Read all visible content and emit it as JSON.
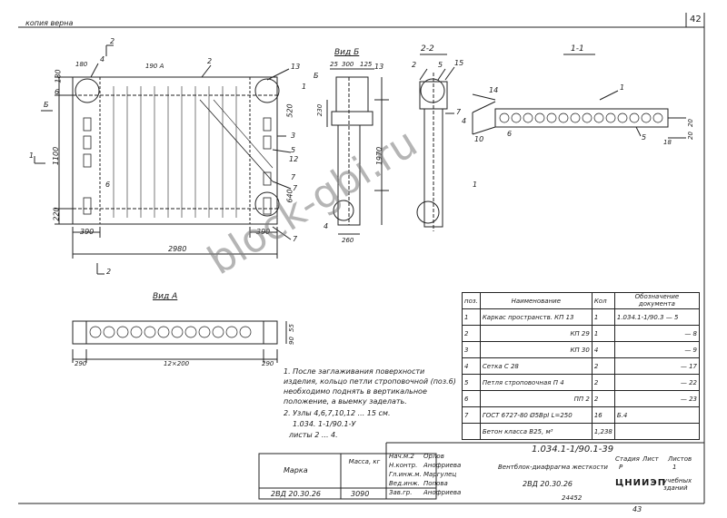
{
  "header": {
    "copy_label": "копия верна",
    "sheet_no": "42"
  },
  "views": {
    "main": {
      "dims_h": [
        "390",
        "2980",
        "390"
      ],
      "dims_v": [
        "180",
        "1100",
        "220",
        "520",
        "1970",
        "640"
      ],
      "callouts": [
        "4",
        "2",
        "3",
        "5",
        "7",
        "12",
        "7",
        "6",
        "7",
        "13",
        "6",
        "1",
        "180",
        "190 А",
        "Б",
        "Б",
        "2",
        "2",
        "1",
        "1"
      ]
    },
    "vid_b": {
      "title": "Вид Б",
      "dims": [
        "25",
        "300",
        "125",
        "230",
        "260"
      ],
      "callouts": [
        "13",
        "4"
      ]
    },
    "sec22": {
      "title": "2-2",
      "callouts": [
        "2",
        "5",
        "15",
        "7",
        "4"
      ]
    },
    "sec11": {
      "title": "1-1",
      "callouts": [
        "14",
        "1",
        "10",
        "6",
        "5",
        "18",
        "20",
        "20"
      ]
    },
    "vid_a": {
      "title": "Вид А",
      "dims": [
        "290",
        "12×200",
        "290",
        "55",
        "90"
      ]
    }
  },
  "notes": [
    "1. После заглаживания поверхности",
    "изделия, кольцо петли строповочной (поз.6)",
    "необходимо поднять в вертикальное",
    "положение, а выемку заделать.",
    "2. Узлы 4,6,7,10,12 ... 15 см.",
    "1.034. 1-1/90.1-У",
    "листы 2 ... 4."
  ],
  "spec": {
    "headers": [
      "поз.",
      "Наименование",
      "Кол",
      "Обозначение документа"
    ],
    "rows": [
      [
        "1",
        "Каркас пространств. КП 13",
        "1",
        "1.034.1-1/90.3 — 5"
      ],
      [
        "2",
        "КП 29",
        "1",
        "— 8"
      ],
      [
        "3",
        "КП 30",
        "4",
        "— 9"
      ],
      [
        "4",
        "Сетка С 28",
        "2",
        "— 17"
      ],
      [
        "5",
        "Петля строповочная П 4",
        "2",
        "— 22"
      ],
      [
        "6",
        "ПП 2",
        "2",
        "— 23"
      ],
      [
        "7",
        "ГОСТ 6727-80 Ø5ВрI L=250",
        "16",
        "Б.4"
      ],
      [
        "",
        "Бетон класса В25, м³",
        "1,238",
        ""
      ]
    ]
  },
  "mark_table": {
    "h1": "Марка",
    "h2": "Масса, кг",
    "mark": "2ВД 20.30.26",
    "mass": "3090"
  },
  "title_block": {
    "roles": [
      "Нач.м.2",
      "Н.контр.",
      "Гл.инж.м.",
      "Вед.инж.",
      "Зав.гр."
    ],
    "names": [
      "Орлов",
      "Анофриева",
      "Маргулец",
      "Попова",
      "Анофриева"
    ],
    "doc_code": "1.034.1-1/90.1-39",
    "item_name": "Вентблок-диафрагма жесткости",
    "item_mark": "2ВД 20.30.26",
    "stage_h": "Стадия",
    "sheet_h": "Лист",
    "sheets_h": "Листов",
    "stage": "Р",
    "sheet": "1",
    "org": "ЦНИИЭП",
    "org_sub": "учебных зданий"
  },
  "footer": {
    "inv": "24452",
    "page": "43"
  },
  "watermark": "block-gbi.ru"
}
